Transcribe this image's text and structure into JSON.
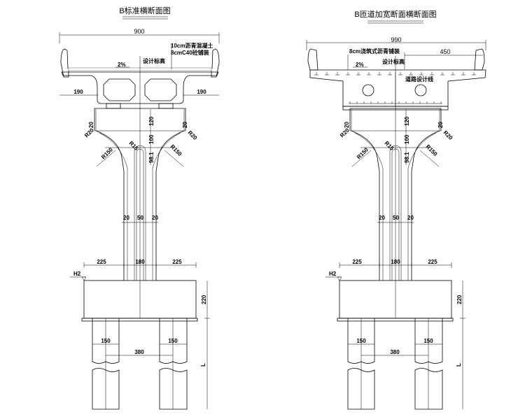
{
  "left": {
    "title": "B标准横断面图",
    "width_dim": "900",
    "pavement_note_1": "10cm沥青混凝土",
    "pavement_note_2": "8cmC40砼铺装",
    "slope": "2%",
    "design_elev": "设计标高",
    "overhang_left": "190",
    "overhang_right": "190"
  },
  "right": {
    "title": "B匝道加宽断面横断面图",
    "width_dim": "990",
    "half_width": "450",
    "pavement_note": "8cm浇筑式沥青铺装",
    "slope": "2%",
    "design_elev": "设计标高",
    "road_line": "道路设计线"
  },
  "pier": {
    "r20": "R20",
    "r150": "R150",
    "r15": "R15",
    "side_20": "20",
    "cap_h1": "120",
    "cap_h2": "100",
    "cap_h3": "98.1",
    "wall_20": "20",
    "core_50": "50",
    "offset_225": "225",
    "col_180": "180",
    "water_level": "H2",
    "footing_h": "220",
    "pile_d": "150",
    "pile_spacing": "380",
    "pile_len": "L"
  }
}
